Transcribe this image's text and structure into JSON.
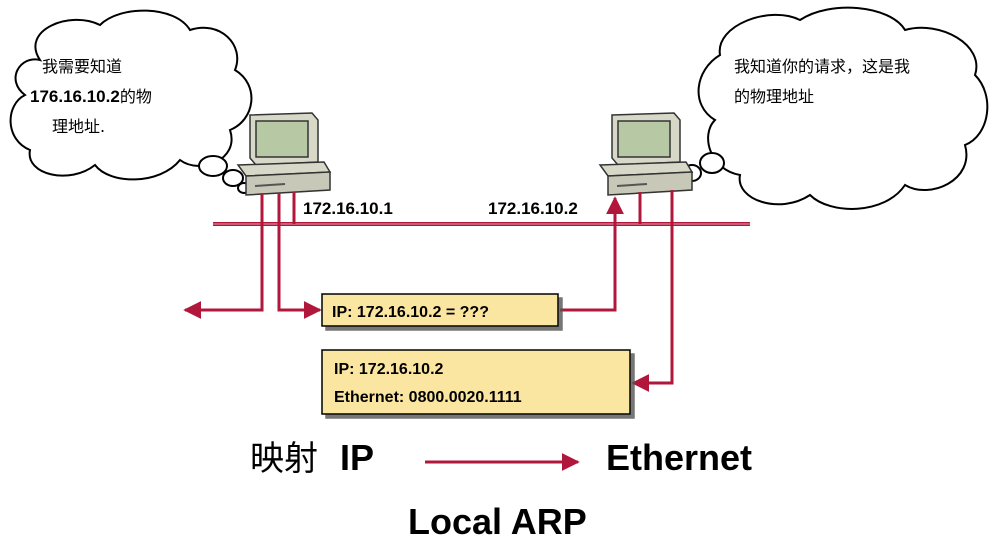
{
  "left_cloud": {
    "line1": "我需要知道",
    "line2_bold": "176.16.10.2",
    "line2_rest": "的物",
    "line3": "理地址."
  },
  "right_cloud": {
    "line1": "我知道你的请求，这是我",
    "line2": "的物理地址"
  },
  "left_host": {
    "ip": "172.16.10.1"
  },
  "right_host": {
    "ip": "172.16.10.2"
  },
  "arp_request_box": {
    "text": "IP: 172.16.10.2 = ???"
  },
  "arp_reply_box": {
    "line1": "IP: 172.16.10.2",
    "line2": "Ethernet: 0800.0020.1111"
  },
  "mapping": {
    "left_cjk": "映射",
    "left_ip": "IP",
    "right": "Ethernet"
  },
  "title": "Local ARP",
  "colors": {
    "wire": "#b0173a",
    "box_fill": "#fae6a0",
    "computer_fill": "#c8c8b8",
    "screen": "#b7c9a4"
  }
}
